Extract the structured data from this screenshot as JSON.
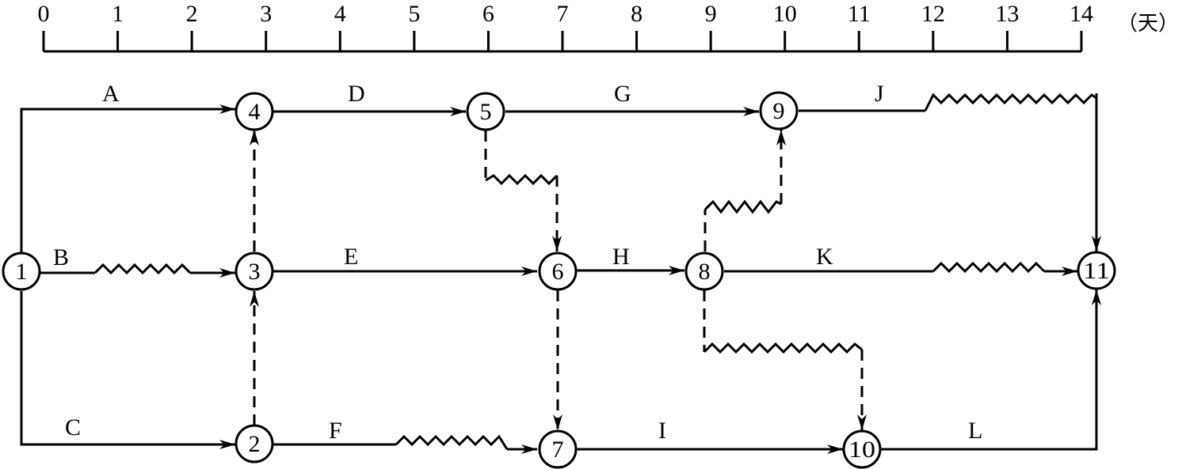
{
  "timescale": {
    "ticks": [
      "0",
      "1",
      "2",
      "3",
      "4",
      "5",
      "6",
      "7",
      "8",
      "9",
      "10",
      "11",
      "12",
      "13",
      "14"
    ],
    "unit": "（天）"
  },
  "nodes": [
    {
      "id": "1",
      "label": "1"
    },
    {
      "id": "2",
      "label": "2"
    },
    {
      "id": "3",
      "label": "3"
    },
    {
      "id": "4",
      "label": "4"
    },
    {
      "id": "5",
      "label": "5"
    },
    {
      "id": "6",
      "label": "6"
    },
    {
      "id": "7",
      "label": "7"
    },
    {
      "id": "8",
      "label": "8"
    },
    {
      "id": "9",
      "label": "9"
    },
    {
      "id": "10",
      "label": "10"
    },
    {
      "id": "11",
      "label": "11"
    }
  ],
  "activities": [
    {
      "label": "A",
      "from": "1",
      "to": "4"
    },
    {
      "label": "B",
      "from": "1",
      "to": "3"
    },
    {
      "label": "C",
      "from": "1",
      "to": "2"
    },
    {
      "label": "D",
      "from": "4",
      "to": "5"
    },
    {
      "label": "E",
      "from": "3",
      "to": "6"
    },
    {
      "label": "F",
      "from": "2",
      "to": "7"
    },
    {
      "label": "G",
      "from": "5",
      "to": "9"
    },
    {
      "label": "H",
      "from": "6",
      "to": "8"
    },
    {
      "label": "I",
      "from": "7",
      "to": "10"
    },
    {
      "label": "J",
      "from": "9",
      "to": "11"
    },
    {
      "label": "K",
      "from": "8",
      "to": "11"
    },
    {
      "label": "L",
      "from": "10",
      "to": "11"
    }
  ]
}
